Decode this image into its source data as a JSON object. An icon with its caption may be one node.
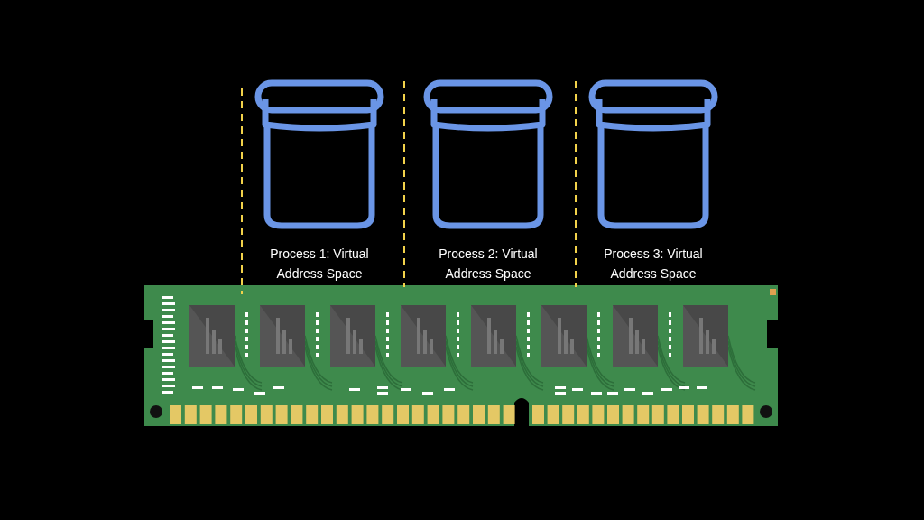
{
  "diagram": {
    "nodes": [
      {
        "text": [
          "Process 1: Virtual Address Space"
        ]
      },
      {
        "text": [
          "Process 2: Virtual Address Space"
        ]
      },
      {
        "text": [
          "Process 3: Virtual Address Space"
        ]
      }
    ]
  }
}
